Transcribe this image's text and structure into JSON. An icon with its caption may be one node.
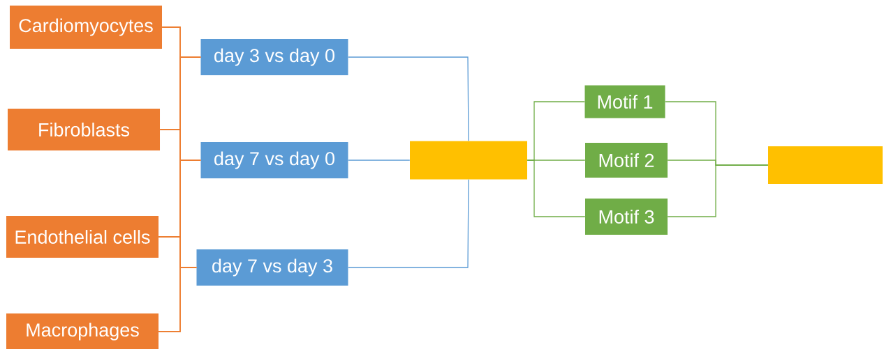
{
  "diagram": {
    "nodes": [
      {
        "text": [
          "Cardiomyocytes"
        ]
      },
      {
        "text": [
          "Fibroblasts"
        ]
      },
      {
        "text": [
          "Endothelial cells"
        ]
      },
      {
        "text": [
          "Macrophages"
        ]
      },
      {
        "text": [
          "day 3 vs day 0"
        ]
      },
      {
        "text": [
          "day 7 vs day 0"
        ]
      },
      {
        "text": [
          "day 7 vs day 3"
        ]
      },
      {
        "text": [],
        "shape": "box"
      },
      {
        "text": [
          "Motif 1"
        ]
      },
      {
        "text": [
          "Motif 2"
        ]
      },
      {
        "text": [
          "Motif 3"
        ]
      },
      {
        "text": [],
        "shape": "box"
      }
    ],
    "edges": [
      {
        "from": 0,
        "to": 4,
        "arrow": "none"
      },
      {
        "from": 0,
        "to": 5,
        "arrow": "none"
      },
      {
        "from": 0,
        "to": 6,
        "arrow": "none"
      },
      {
        "from": 1,
        "to": 4,
        "arrow": "none"
      },
      {
        "from": 1,
        "to": 5,
        "arrow": "none"
      },
      {
        "from": 1,
        "to": 6,
        "arrow": "none"
      },
      {
        "from": 2,
        "to": 4,
        "arrow": "none"
      },
      {
        "from": 2,
        "to": 5,
        "arrow": "none"
      },
      {
        "from": 2,
        "to": 6,
        "arrow": "none"
      },
      {
        "from": 3,
        "to": 4,
        "arrow": "none"
      },
      {
        "from": 3,
        "to": 5,
        "arrow": "none"
      },
      {
        "from": 3,
        "to": 6,
        "arrow": "none"
      },
      {
        "from": 4,
        "to": 7,
        "arrow": "none",
        "color": "#5b9bd5"
      },
      {
        "from": 5,
        "to": 7,
        "arrow": "none",
        "color": "#5b9bd5"
      },
      {
        "from": 6,
        "to": 7,
        "arrow": "none",
        "color": "#5b9bd5"
      },
      {
        "from": 7,
        "to": 8,
        "arrow": "none",
        "color": "#70ad47"
      },
      {
        "from": 7,
        "to": 9,
        "arrow": "none",
        "color": "#70ad47"
      },
      {
        "from": 7,
        "to": 10,
        "arrow": "none",
        "color": "#70ad47"
      },
      {
        "from": 8,
        "to": 11,
        "arrow": "none",
        "color": "#70ad47"
      },
      {
        "from": 9,
        "to": 11,
        "arrow": "none",
        "color": "#70ad47"
      },
      {
        "from": 10,
        "to": 11,
        "arrow": "none",
        "color": "#70ad47"
      }
    ]
  }
}
